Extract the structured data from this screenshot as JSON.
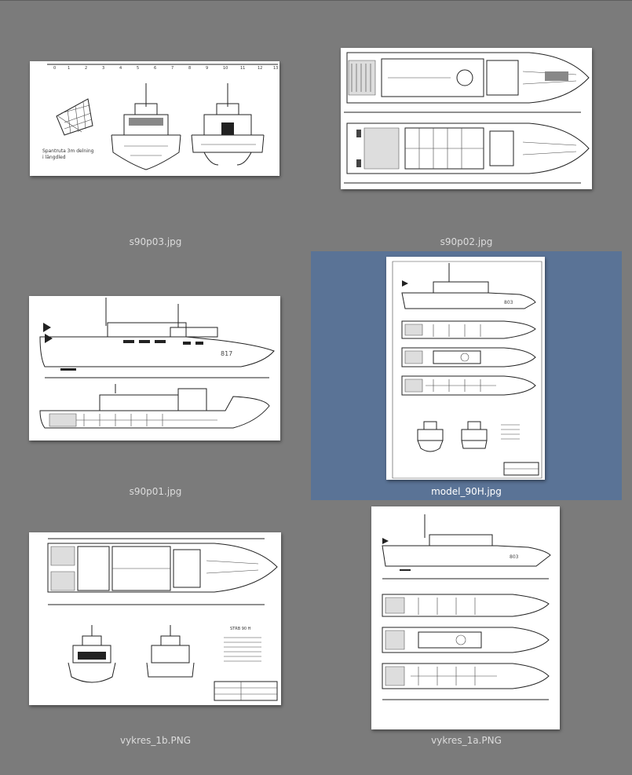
{
  "files": [
    {
      "name": "s90p03.jpg",
      "kind": "drawing-sections"
    },
    {
      "name": "s90p02.jpg",
      "kind": "drawing-plans"
    },
    {
      "name": "s90p01.jpg",
      "kind": "drawing-profile"
    },
    {
      "name": "model_90H.jpg",
      "kind": "drawing-sheet",
      "selected": true
    },
    {
      "name": "vykres_1b.PNG",
      "kind": "drawing-plan-sections"
    },
    {
      "name": "vykres_1a.PNG",
      "kind": "drawing-sheet-tall"
    }
  ],
  "colors": {
    "background": "#7b7b7b",
    "selection": "#5a7396",
    "label": "#dcdcdc",
    "label_selected": "#ffffff"
  }
}
